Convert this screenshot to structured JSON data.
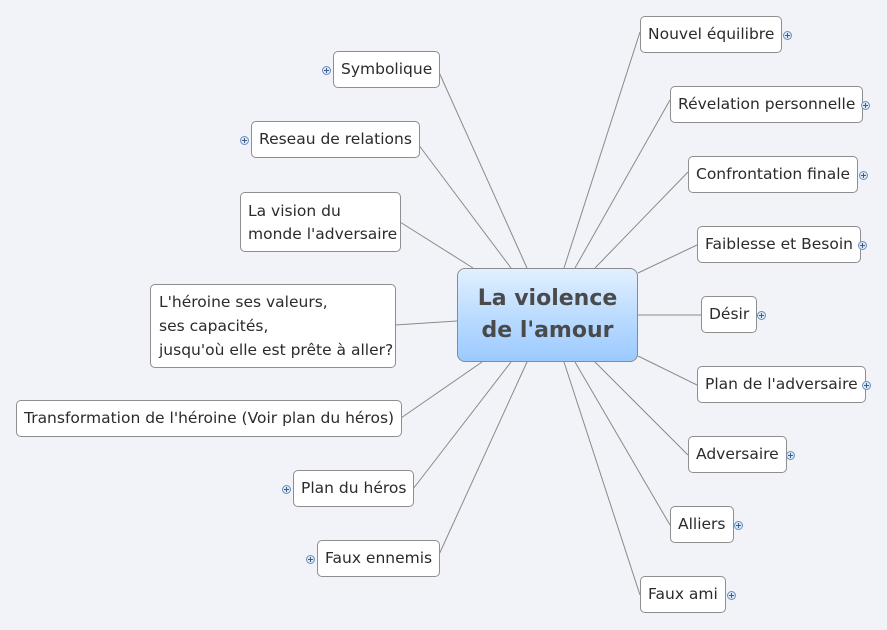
{
  "central_topic": {
    "label": "La violence\nde l'amour",
    "gradient": [
      "#e2f0ff",
      "#9ccaff"
    ]
  },
  "right_topics": [
    {
      "label": "Nouvel équilibre",
      "collapsed": true
    },
    {
      "label": "Révelation personnelle",
      "collapsed": true
    },
    {
      "label": "Confrontation finale",
      "collapsed": true
    },
    {
      "label": "Faiblesse et Besoin",
      "collapsed": true
    },
    {
      "label": "Désir",
      "collapsed": true
    },
    {
      "label": "Plan de l'adversaire",
      "collapsed": true
    },
    {
      "label": "Adversaire",
      "collapsed": true
    },
    {
      "label": "Alliers",
      "collapsed": true
    },
    {
      "label": "Faux ami",
      "collapsed": true
    }
  ],
  "left_topics": [
    {
      "label": "Symbolique",
      "collapsed": true
    },
    {
      "label": "Reseau de relations",
      "collapsed": true
    },
    {
      "label": "La vision du\nmonde l'adversaire",
      "collapsed": false
    },
    {
      "label": "L'héroine ses valeurs,\nses capacités,\njusqu'où elle est prête à aller?",
      "collapsed": false
    },
    {
      "label": "Transformation de l'héroine (Voir plan du héros)",
      "collapsed": false
    },
    {
      "label": "Plan du héros",
      "collapsed": true
    },
    {
      "label": "Faux ennemis",
      "collapsed": true
    }
  ],
  "colors": {
    "background": "#f2f3f8",
    "connector": "#8a8a8a",
    "node_border": "#8e8e8e"
  }
}
